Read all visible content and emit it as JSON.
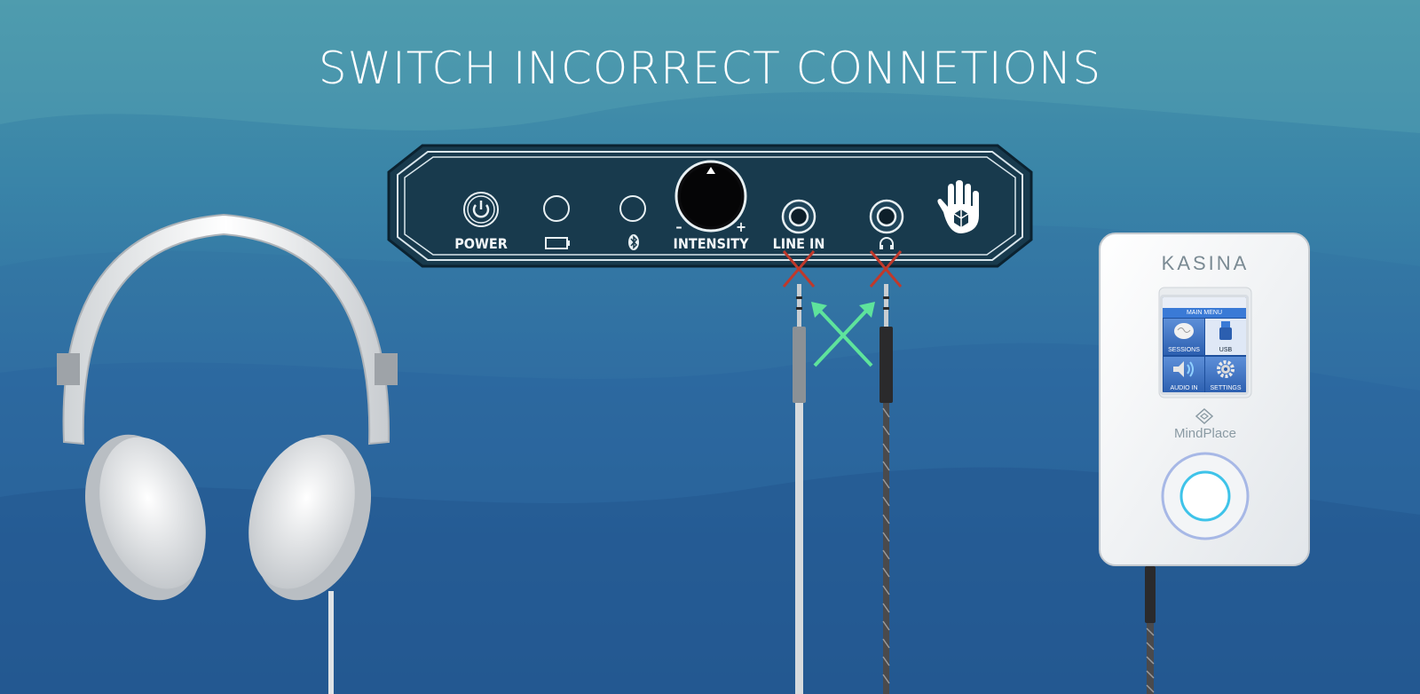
{
  "title": "SWITCH INCORRECT CONNETIONS",
  "panel": {
    "power_label": "POWER",
    "intensity_label": "INTENSITY",
    "line_in_label": "LINE IN",
    "minus": "–",
    "plus": "+"
  },
  "device": {
    "brand": "KASINA",
    "maker": "MindPlace",
    "screen": {
      "header": "MAIN MENU",
      "items": [
        "SESSIONS",
        "USB",
        "AUDIO IN",
        "SETTINGS"
      ]
    }
  },
  "colors": {
    "wrong_mark": "#c0392b",
    "swap_arrow": "#5ee39c",
    "panel_bg": "#1a3a4c"
  }
}
